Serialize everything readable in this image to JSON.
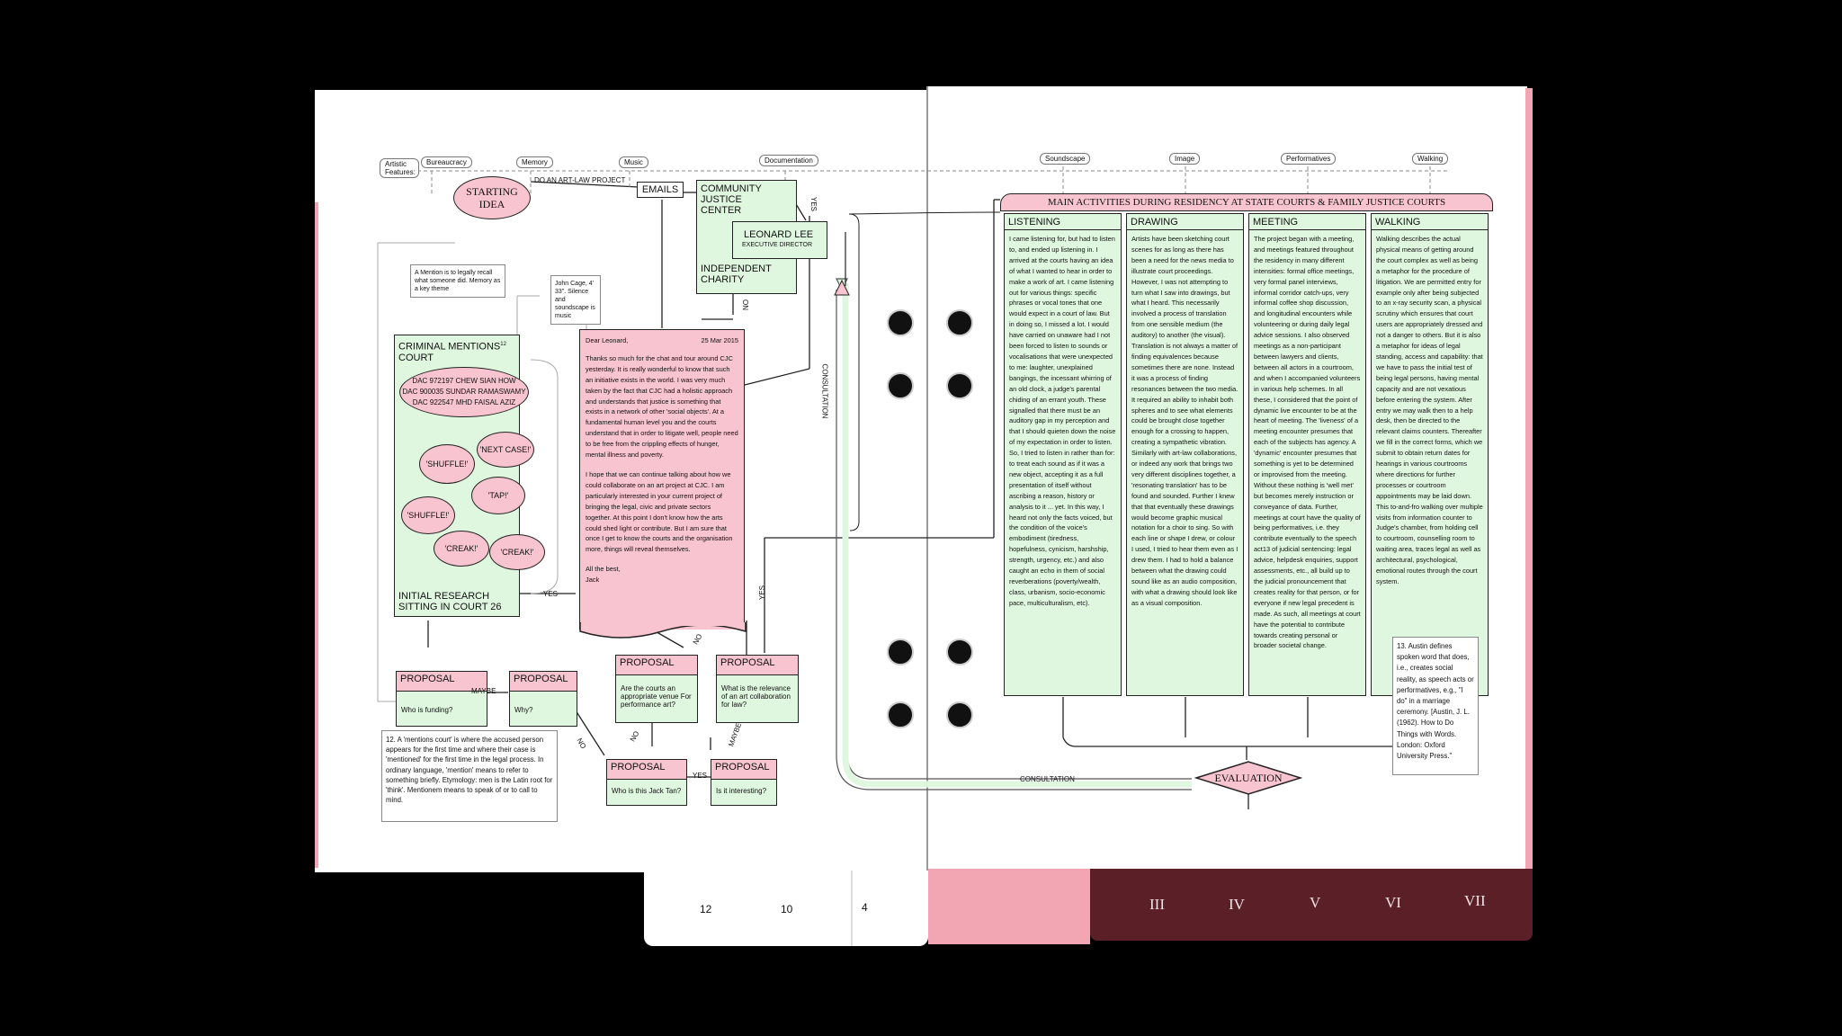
{
  "header": {
    "artistic_features": "Artistic Features:",
    "tags_left": [
      "Bureaucracy",
      "Memory",
      "Music",
      "Documentation"
    ],
    "tags_right": [
      "Soundscape",
      "Image",
      "Performatives",
      "Walking"
    ]
  },
  "flow": {
    "starting_idea": "STARTING IDEA",
    "do_art_law": "DO AN ART-LAW PROJECT",
    "emails": "EMAILS",
    "community_justice": "COMMUNITY JUSTICE CENTER",
    "independent_charity": "INDEPENDENT CHARITY",
    "leonard_name": "LEONARD LEE",
    "leonard_role": "EXECUTIVE DIRECTOR",
    "yes_top": "YES",
    "on_label": "ON",
    "mention_note": "A Mention is to legally recall what someone did. Memory as a key theme",
    "cage_note": "John Cage, 4' 33\". Silence and soundscape is music",
    "criminal_court": "CRIMINAL MENTIONS",
    "criminal_court_sup": "12",
    "criminal_court_2": "COURT",
    "case_list": [
      "DAC 972197 CHEW SIAN HOW",
      "DAC 900035 SUNDAR RAMASWAMY",
      "DAC 922547 MHD FAISAL AZIZ"
    ],
    "sounds": [
      "'SHUFFLE!'",
      "'NEXT CASE!'",
      "'TAP!'",
      "'SHUFFLE!'",
      "'CREAK!'",
      "'CREAK!'"
    ],
    "initial_research": "INITIAL RESEARCH SITTING IN COURT 26",
    "yes_letter": "YES",
    "yes_vertical": "YES",
    "consultation_v": "CONSULTATION",
    "consultation_h": "CONSULTATION",
    "evaluation": "EVALUATION",
    "maybe1": "MAYBE",
    "maybe2": "MAYBE",
    "no1": "NO",
    "no2": "NO",
    "no3": "NO",
    "yes_prop": "YES"
  },
  "letter": {
    "salutation": "Dear Leonard,",
    "date": "25 Mar 2015",
    "p1": "Thanks so much for the chat and tour around CJC yesterday. It is really wonderful to know that such an initiative exists in the world. I was very much taken by the fact that CJC had a holistic approach and understands that justice is something that exists in a network of other 'social objects'. At a fundamental human level you and the courts understand that in order to litigate well, people need to be free from the crippling effects of hunger, mental illness and poverty.",
    "p2": "I hope that we can continue talking about how we could collaborate on an art project at CJC. I am particularly interested in your current project of bringing the legal, civic and private sectors together. At this point I don't know how the arts could shed light or contribute. But I am sure that once I get to know the courts and the organisation more, things will reveal themselves.",
    "signoff": "All the best,",
    "sign": "Jack"
  },
  "proposals": [
    {
      "title": "PROPOSAL",
      "body": "Who is funding?"
    },
    {
      "title": "PROPOSAL",
      "body": "Why?"
    },
    {
      "title": "PROPOSAL",
      "body": "Are the courts an appropriate venue For performance art?"
    },
    {
      "title": "PROPOSAL",
      "body": "What is the relevance of an art collaboration for law?"
    },
    {
      "title": "PROPOSAL",
      "body": "Who is this Jack Tan?"
    },
    {
      "title": "PROPOSAL",
      "body": "Is it interesting?"
    }
  ],
  "footnote12": "12. A 'mentions court' is where the accused person appears for the first time and where their case is 'mentioned' for the first time in the legal process. In ordinary language, 'mention' means to refer to something briefly. Etymology: men is the Latin root for 'think'. Mentionem means to speak of or to call to mind.",
  "activities": {
    "title": "MAIN ACTIVITIES DURING RESIDENCY AT STATE COURTS & FAMILY JUSTICE COURTS",
    "columns": [
      {
        "heading": "LISTENING",
        "text": "I came listening for, but had to listen to, and ended up listening in. I arrived at the courts having an idea of what I wanted to hear in order to make a work of art. I came listening out for various things: specific phrases or vocal tones that one would expect in a court of law. But in doing so, I missed a lot. I would have carried on unaware had I not been forced to listen to sounds or vocalisations that were unexpected to me: laughter, unexplained bangings, the incessant whirring of an old clock, a judge's parental chiding of an errant youth. These signalled that there must be an auditory gap in my perception and that I should quieten down the noise of my expectation in order to listen. So, I tried to listen in rather than for: to treat each sound as if it was a new object, accepting it as a full presentation of itself without ascribing a reason, history or analysis to it ... yet. In this way, I heard not only the facts voiced, but the condition of the voice's embodiment (tiredness, hopefulness, cynicism, harshship, strength, urgency, etc.) and also caught an echo in them of social reverberations (poverty/wealth, class, urbanism, socio-economic pace, multiculturalism, etc)."
      },
      {
        "heading": "DRAWING",
        "text": "Artists have been sketching court scenes for as long as there has been a need for the news media to illustrate court proceedings. However, I was not attempting to turn what I saw into drawings, but what I heard. This necessarily involved a process of translation from one sensible medium (the auditory) to another (the visual). Translation is not always a matter of finding equivalences because sometimes there are none. Instead it was a process of finding resonances between the two media. It required an ability to inhabit both spheres and to see what elements could be brought close together enough for a crossing to happen, creating a sympathetic vibration. Similarly with art-law collaborations, or indeed any work that brings two very different disciplines together, a 'resonating translation' has to be found and sounded. Further I knew that that eventually these drawings would become graphic musical notation for a choir to sing. So with each line or shape I drew, or colour I used, I tried to hear them even as I drew them. I had to hold a balance between what the drawing could sound like as an audio composition, with what a drawing should look like as a visual composition."
      },
      {
        "heading": "MEETING",
        "text": "The project began with a meeting, and meetings featured throughout the residency in many different intensities: formal office meetings, very formal panel interviews, informal corridor catch-ups, very informal coffee shop discussion, and longitudinal encounters while volunteering or during daily legal advice sessions. I also observed meetings as a non-participant between lawyers and clients, between all actors in a courtroom, and when I accompanied volunteers in various help schemes. In all these, I considered that the point of dynamic live encounter to be at the heart of meeting. The 'liveness' of a meeting encounter presumes that each of the subjects has agency. A 'dynamic' encounter presumes that something is yet to be determined or improvised from the meeting. Without these nothing is 'well met' but becomes merely instruction or conveyance of data. Further, meetings at court have the quality of being performatives, i.e. they contribute eventually to the speech act13 of judicial sentencing: legal advice, helpdesk enquiries, support assessments, etc., all build up to the judicial pronouncement that creates reality for that person, or for everyone if new legal precedent is made. As such, all meetings at court have the potential to contribute towards creating personal or broader societal change."
      },
      {
        "heading": "WALKING",
        "text": "Walking describes the actual physical means of getting around the court complex as well as being a metaphor for the procedure of litigation. We are permitted entry for example only after being subjected to an x-ray security scan, a physical scrutiny which ensures that court users are appropriately dressed and not a danger to others. But it is also a metaphor for ideas of legal standing, access and capability: that we have to pass the initial test of being legal persons, having mental capacity and are not vexatious before entering the system. After entry we may walk then to a help desk, then be directed to the relevant claims counters. Thereafter we fill in the correct forms, which we submit to obtain return dates for hearings in various courtrooms where directions for further processes or courtroom appointments may be laid down. This to-and-fro walking over multiple visits from information counter to Judge's chamber, from holding cell to courtroom, counselling room to waiting area, traces legal as well as architectural, psychological, emotional routes through the court system."
      }
    ]
  },
  "footnote13": "13. Austin defines spoken word that does, i.e., creates social reality, as speech acts or performatives, e.g., \"I do\" in a marriage ceremony. [Austin, J. L. (1962). How to Do Things with Words. London: Oxford University Press.\"",
  "page_numbers": {
    "left_a": "12",
    "left_b": "10",
    "left_c": "4"
  },
  "tabs": [
    "III",
    "IV",
    "V",
    "VI",
    "VII"
  ]
}
